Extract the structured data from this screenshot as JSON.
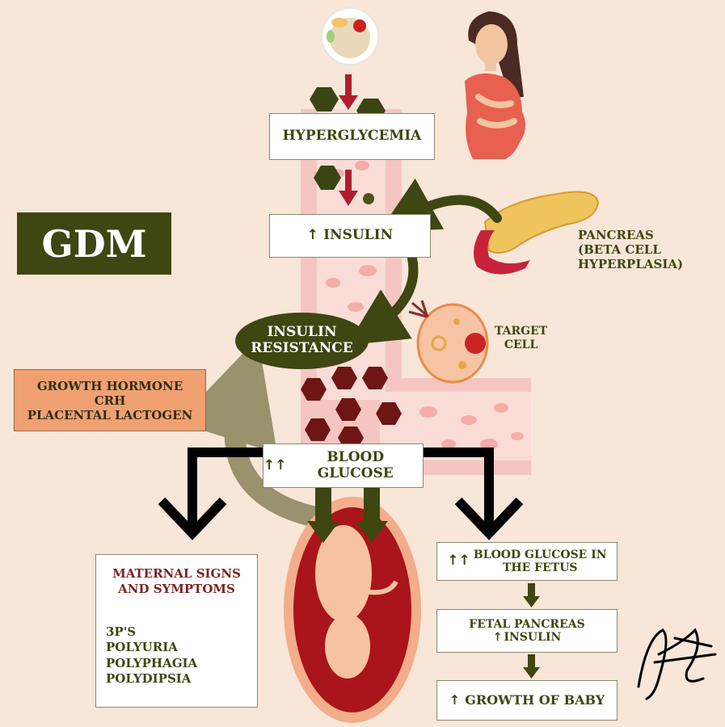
{
  "title": "GDM",
  "steps": {
    "hyperglycemia": "HYPERGLYCEMIA",
    "insulin": "INSULIN",
    "insulin_resistance_line1": "INSULIN",
    "insulin_resistance_line2": "RESISTANCE",
    "blood_glucose": "BLOOD GLUCOSE"
  },
  "pancreas_label": [
    "PANCREAS",
    "(BETA CELL",
    "HYPERPLASIA)"
  ],
  "target_cell_label": [
    "TARGET",
    "CELL"
  ],
  "hormones": [
    "GROWTH HORMONE",
    "CRH",
    "PLACENTAL LACTOGEN"
  ],
  "maternal": {
    "heading_line1": "MATERNAL SIGNS",
    "heading_line2": "AND SYMPTOMS",
    "items": [
      "3P'S",
      "POLYURIA",
      "POLYPHAGIA",
      "POLYDIPSIA"
    ]
  },
  "fetal": {
    "blood_glucose_line1": "BLOOD GLUCOSE IN",
    "blood_glucose_line2": "THE FETUS",
    "pancreas_line1": "FETAL PANCREAS",
    "pancreas_line2": "INSULIN",
    "growth": "GROWTH OF BABY"
  },
  "symbols": {
    "up_arrow": "↑",
    "double_up_arrow": "↑↑"
  },
  "colors": {
    "background": "#f8e6d8",
    "olive": "#3e4612",
    "dark_red": "#7a1616",
    "maroon_text": "#7c2323",
    "hormone_box": "#f0a071",
    "vessel": "#f5c6c1"
  }
}
